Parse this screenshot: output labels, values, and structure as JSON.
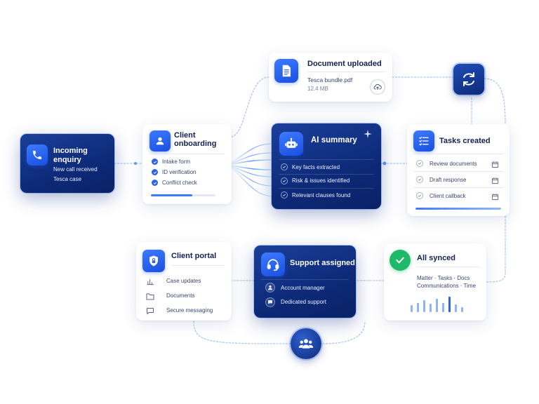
{
  "colors": {
    "accent": "#2c63e8",
    "dark_card": "#0d2a78",
    "success": "#1fb96a",
    "line": "#9fc4f5"
  },
  "incoming": {
    "title": "Incoming enquiry",
    "line1": "New call received",
    "line2": "Tesca case",
    "icon": "phone-icon"
  },
  "onboarding": {
    "title_line1": "Client",
    "title_line2": "onboarding",
    "icon": "person-icon",
    "items": [
      "Intake form",
      "ID verification",
      "Conflict check"
    ]
  },
  "document": {
    "title": "Document uploaded",
    "file_name": "Tesca bundle.pdf",
    "file_size": "12.4 MB",
    "icon": "document-icon"
  },
  "ai_summary": {
    "title": "AI summary",
    "icon": "robot-icon",
    "items": [
      "Key facts extracted",
      "Risk & issues identified",
      "Relevant clauses found"
    ]
  },
  "tasks": {
    "title": "Tasks created",
    "icon": "checklist-icon",
    "items": [
      "Review documents",
      "Draft response",
      "Client callback"
    ]
  },
  "portal": {
    "title": "Client portal",
    "icon": "shield-lock-icon",
    "items": [
      "Case updates",
      "Documents",
      "Secure messaging"
    ]
  },
  "support": {
    "title": "Support assigned",
    "icon": "headset-icon",
    "items": [
      "Account manager",
      "Dedicated support"
    ]
  },
  "synced": {
    "title": "All synced",
    "line1": "Matter · Tasks · Docs",
    "line2": "Communications · Time",
    "icon": "checkmark-icon",
    "bars": [
      0.45,
      0.6,
      0.75,
      0.55,
      0.85,
      0.6,
      1.0,
      0.5,
      0.3
    ]
  },
  "sync_button": {
    "icon": "refresh-icon"
  },
  "team_button": {
    "icon": "team-icon"
  }
}
